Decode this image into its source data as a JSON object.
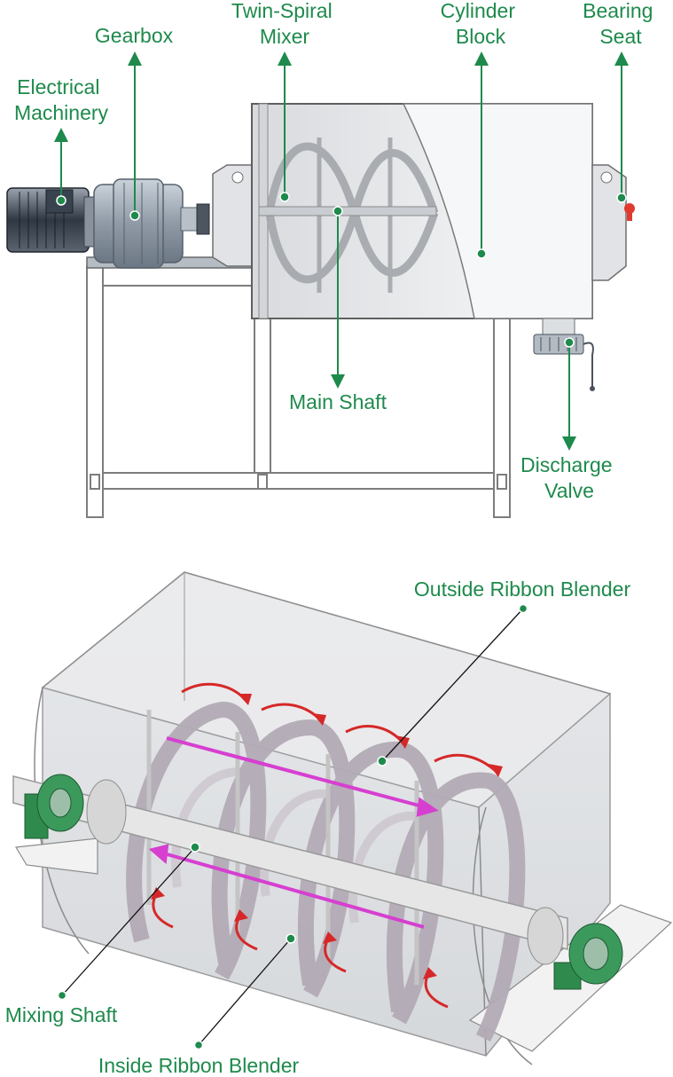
{
  "diagram": {
    "top_labels": {
      "electrical_machinery": [
        "Electrical",
        "Machinery"
      ],
      "gearbox": "Gearbox",
      "twin_spiral_mixer": [
        "Twin-Spiral",
        "Mixer"
      ],
      "cylinder_block": [
        "Cylinder",
        "Block"
      ],
      "bearing_seat": [
        "Bearing",
        "Seat"
      ],
      "main_shaft": "Main Shaft",
      "discharge_valve": [
        "Discharge",
        "Valve"
      ]
    },
    "bottom_labels": {
      "outside_ribbon_blender": "Outside Ribbon Blender",
      "mixing_shaft": "Mixing Shaft",
      "inside_ribbon_blender": "Inside Ribbon Blender"
    }
  },
  "colors": {
    "label_green": "#1e8a4c",
    "frame_gray": "#7d7d7d",
    "rotation_arrow_red": "#d62828",
    "flow_arrow_magenta": "#d63fd0",
    "bearing_green": "#2f8a4e"
  }
}
